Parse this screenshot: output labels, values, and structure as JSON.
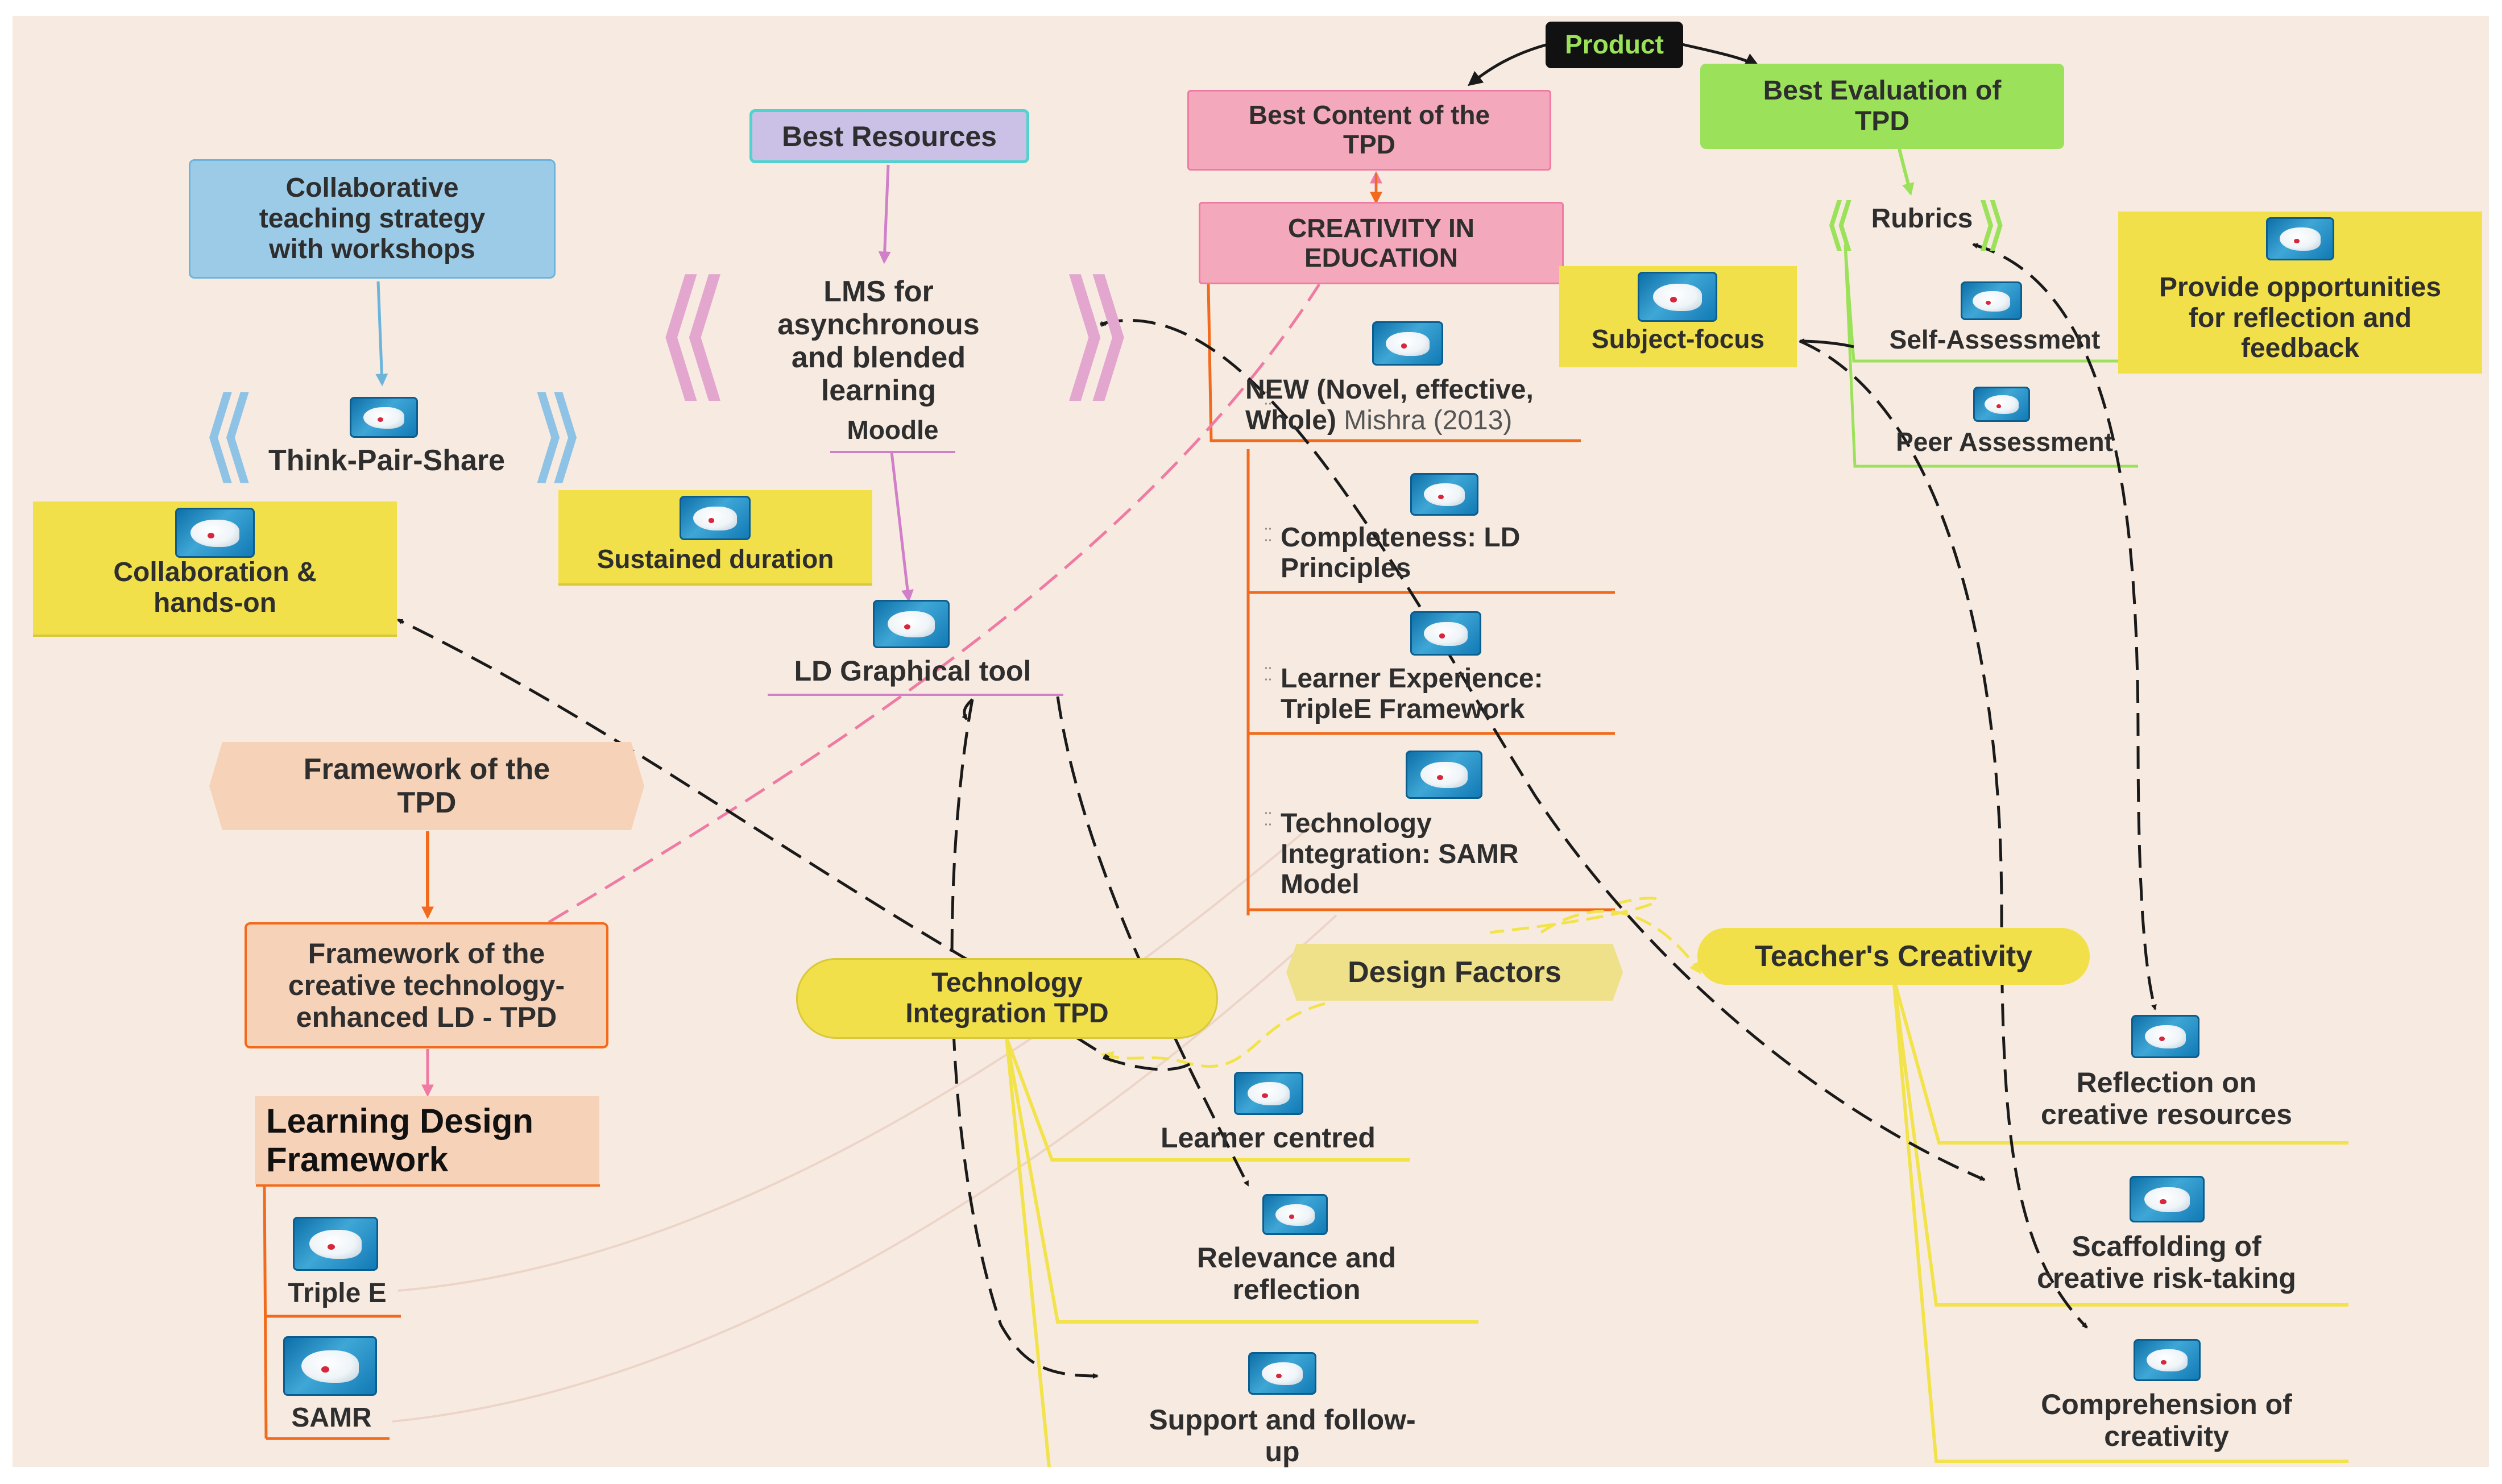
{
  "colors": {
    "background": "#f7ebe1",
    "yellow": "#f1e04a",
    "green": "#9be25a",
    "pink": "#f4a8bb",
    "blue": "#9ccbe8",
    "lavender": "#cbc0e6",
    "peach": "#f6d2b8",
    "orange_line": "#f26a1b",
    "yellow_line": "#f2e34c",
    "green_line": "#9be25a"
  },
  "central": {
    "product": "Product"
  },
  "branches": {
    "evaluation": {
      "title": "Best Evaluation of\nTPD",
      "rubrics": "Rubrics",
      "items": [
        "Self-Assessment",
        "Peer Assessment"
      ]
    },
    "content": {
      "title": "Best Content of the\nTPD",
      "creativity": "CREATIVITY  IN\nEDUCATION",
      "items": [
        {
          "bold": "NEW (Novel, effective,\nWhole) ",
          "light": "Mishra (2013)"
        },
        {
          "bold": "Completeness: LD\nPrinciples"
        },
        {
          "bold": "Learner Experience:\nTripleE Framework"
        },
        {
          "bold": "Technology\nIntegration: SAMR\nModel"
        }
      ]
    },
    "resources": {
      "title": "Best Resources",
      "lms": "LMS for\nasynchronous\nand blended\nlearning",
      "moodle": "Moodle",
      "ld_tool": "LD Graphical tool"
    },
    "strategy": {
      "title": "Collaborative\nteaching strategy\nwith workshops",
      "think_pair_share": "Think-Pair-Share"
    },
    "framework": {
      "title": "Framework of the\nTPD",
      "sub": "Framework of the\ncreative technology-\nenhanced LD - TPD",
      "ld_framework": "Learning Design\nFramework",
      "items": [
        "Triple E",
        "SAMR"
      ]
    },
    "technology": {
      "title": "Technology\nIntegration TPD",
      "items": [
        "Learner centred",
        "Relevance and\nreflection",
        "Support and follow-\nup"
      ]
    },
    "design_factors": {
      "title": "Design Factors"
    },
    "teacher_creativity": {
      "title": "Teacher's Creativity",
      "items": [
        "Reflection on\ncreative resources",
        "Scaffolding of\ncreative risk-taking",
        "Comprehension of\ncreativity"
      ]
    }
  },
  "floating": {
    "collaboration": "Collaboration &\nhands-on",
    "sustained": "Sustained duration",
    "subject_focus": "Subject-focus",
    "reflection_feedback": "Provide opportunities\nfor reflection and\nfeedback"
  }
}
